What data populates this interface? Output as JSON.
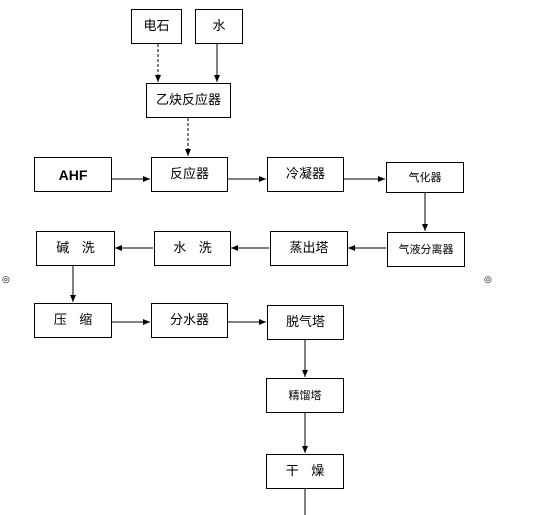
{
  "nodes": {
    "calcium_carbide": "电石",
    "water": "水",
    "acetylene_reactor": "乙炔反应器",
    "ahf": "AHF",
    "reactor": "反应器",
    "condenser": "冷凝器",
    "vaporizer": "气化器",
    "gas_liquid_separator": "气液分离器",
    "steam_out_tower": "蒸出塔",
    "water_wash": "水   洗",
    "alkali_wash": "碱   洗",
    "compression": "压   缩",
    "water_separator": "分水器",
    "degassing_tower": "脱气塔",
    "rectification_tower": "精馏塔",
    "drying": "干   燥"
  },
  "side_marks": {
    "left": "◎",
    "right": "◎"
  }
}
